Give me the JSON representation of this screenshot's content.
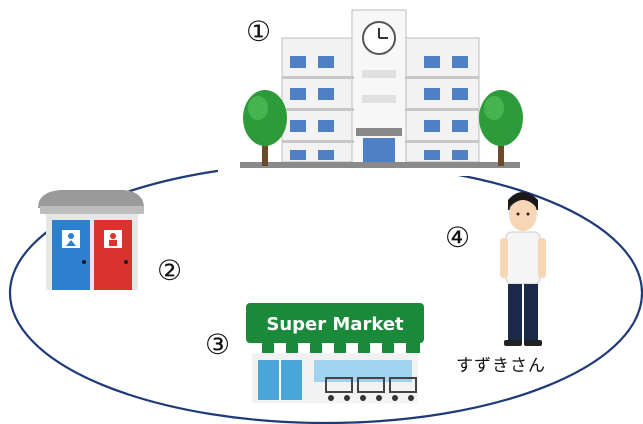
{
  "labels": {
    "school": "①",
    "toilet": "②",
    "supermarket": "③",
    "person": "④"
  },
  "person_name": "すずきさん",
  "store_sign": "Super Market"
}
